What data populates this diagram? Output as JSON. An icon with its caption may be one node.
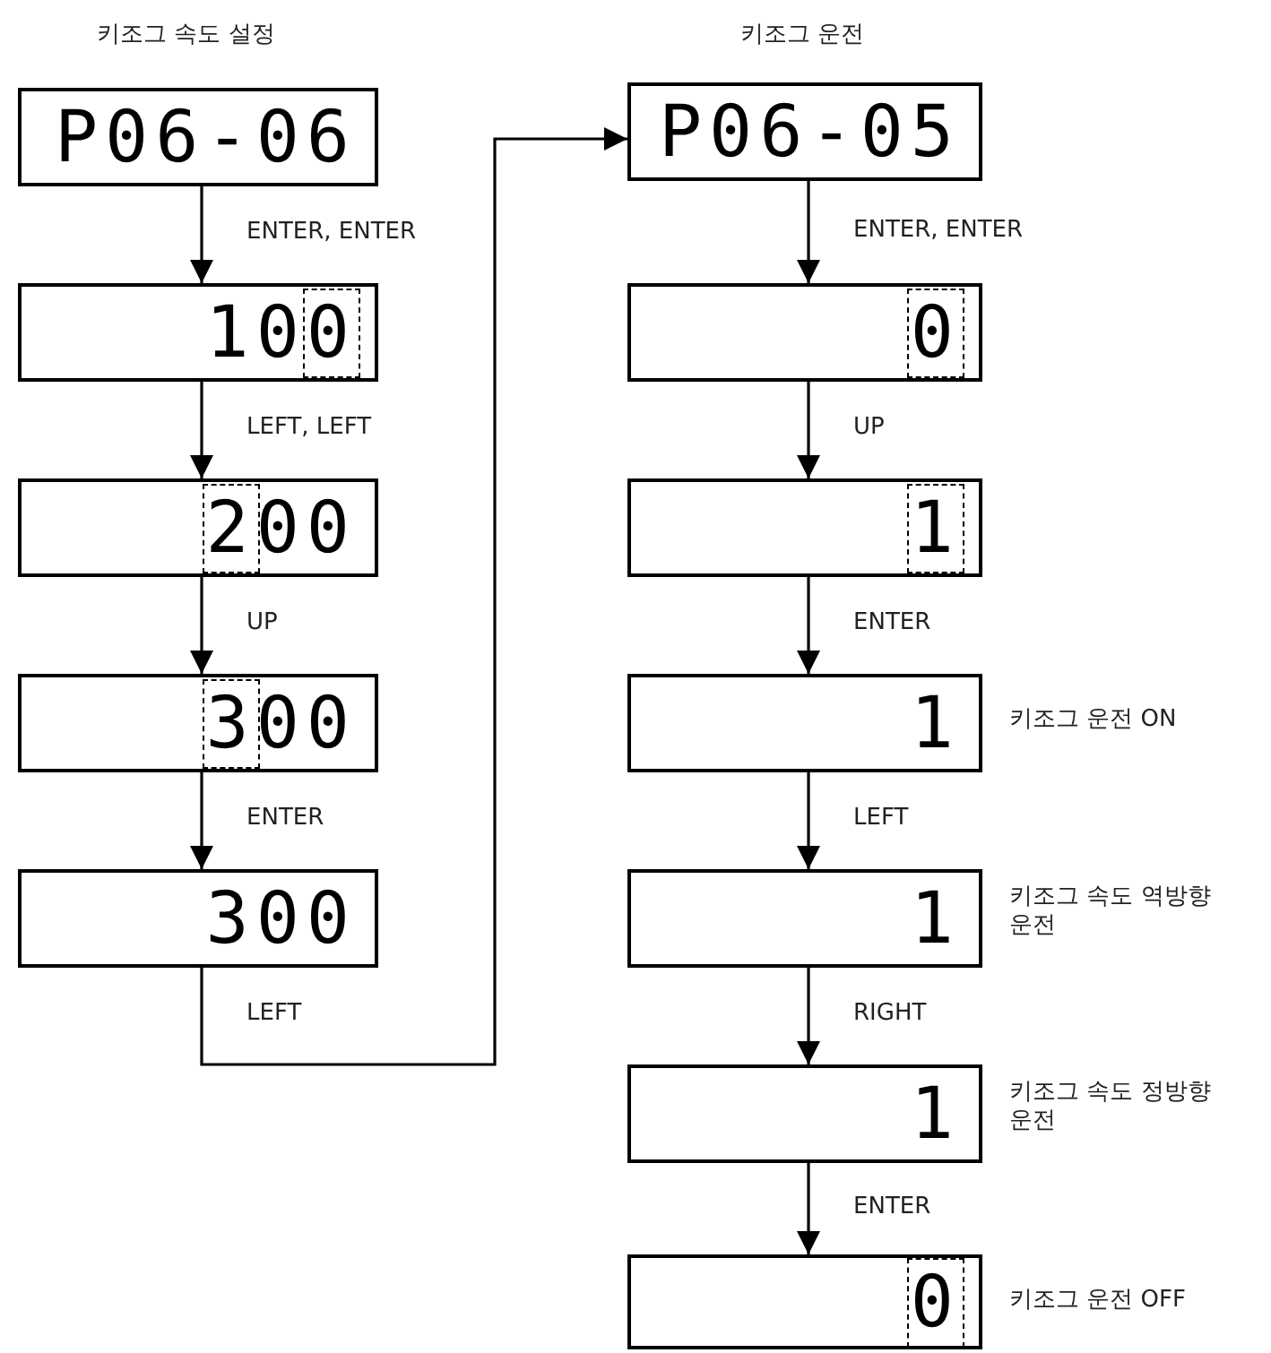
{
  "diagram": {
    "nodes": [
      {
        "text": [
          "P06-06"
        ]
      },
      {
        "text": [
          "100"
        ]
      },
      {
        "text": [
          "200"
        ]
      },
      {
        "text": [
          "300"
        ]
      },
      {
        "text": [
          "300"
        ]
      },
      {
        "text": [
          "P06-05"
        ]
      },
      {
        "text": [
          "0"
        ]
      },
      {
        "text": [
          "1"
        ]
      },
      {
        "text": [
          "1"
        ],
        "beside": [
          "키조그 운전 ON"
        ]
      },
      {
        "text": [
          "1"
        ],
        "beside": [
          "키조그 속도 역방향 운전"
        ]
      },
      {
        "text": [
          "1"
        ],
        "beside": [
          "키조그 속도 정방향 운전"
        ]
      },
      {
        "text": [
          "0"
        ],
        "beside": [
          "키조그 운전 OFF"
        ]
      }
    ],
    "edges": [
      {
        "from": 0,
        "to": 1,
        "arrow": "to",
        "label": "ENTER, ENTER"
      },
      {
        "from": 1,
        "to": 2,
        "arrow": "to",
        "label": "LEFT, LEFT"
      },
      {
        "from": 2,
        "to": 3,
        "arrow": "to",
        "label": "UP"
      },
      {
        "from": 3,
        "to": 4,
        "arrow": "to",
        "label": "ENTER"
      },
      {
        "from": 4,
        "to": 5,
        "arrow": "to",
        "label": "LEFT"
      },
      {
        "from": 5,
        "to": 6,
        "arrow": "to",
        "label": "ENTER, ENTER"
      },
      {
        "from": 6,
        "to": 7,
        "arrow": "to",
        "label": "UP"
      },
      {
        "from": 7,
        "to": 8,
        "arrow": "to",
        "label": "ENTER"
      },
      {
        "from": 8,
        "to": 9,
        "arrow": "to",
        "label": "LEFT"
      },
      {
        "from": 9,
        "to": 10,
        "arrow": "to",
        "label": "RIGHT"
      },
      {
        "from": 10,
        "to": 11,
        "arrow": "to",
        "label": "ENTER"
      }
    ],
    "labels": [
      "키조그 속도 설정",
      "키조그 운전"
    ]
  }
}
